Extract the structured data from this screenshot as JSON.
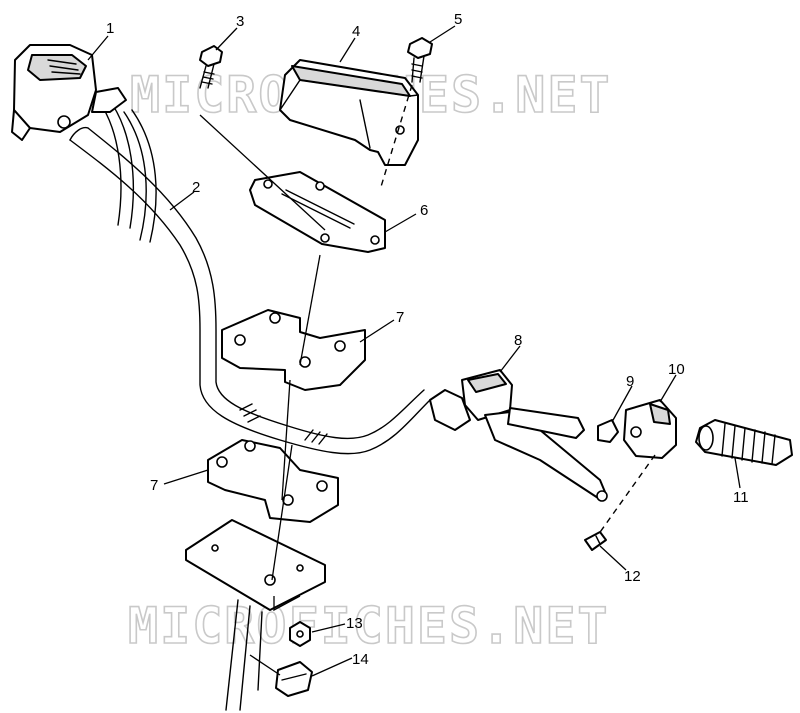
{
  "watermark": {
    "text": "MICROFICHES.NET"
  },
  "callouts": [
    {
      "id": "1",
      "label": "1"
    },
    {
      "id": "2",
      "label": "2"
    },
    {
      "id": "3",
      "label": "3"
    },
    {
      "id": "4",
      "label": "4"
    },
    {
      "id": "5",
      "label": "5"
    },
    {
      "id": "6",
      "label": "6"
    },
    {
      "id": "7a",
      "label": "7"
    },
    {
      "id": "7b",
      "label": "7"
    },
    {
      "id": "8",
      "label": "8"
    },
    {
      "id": "9",
      "label": "9"
    },
    {
      "id": "10",
      "label": "10"
    },
    {
      "id": "11",
      "label": "11"
    },
    {
      "id": "12",
      "label": "12"
    },
    {
      "id": "13",
      "label": "13"
    },
    {
      "id": "14",
      "label": "14"
    }
  ]
}
